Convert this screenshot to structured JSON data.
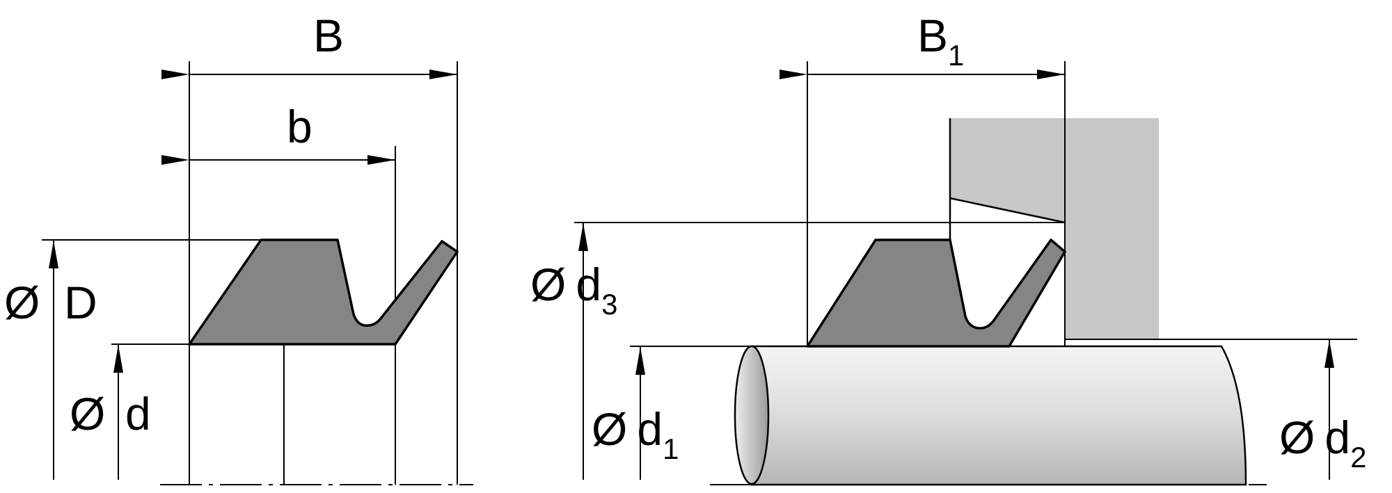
{
  "left_view": {
    "width_total_label": "B",
    "width_lip_label": "b",
    "outer_diameter": {
      "symbol": "Ø",
      "label": "D"
    },
    "inner_diameter": {
      "symbol": "Ø",
      "label": "d"
    }
  },
  "right_view": {
    "installed_width": {
      "label": "B",
      "sub": "1"
    },
    "d3": {
      "symbol": "Ø",
      "label": "d",
      "sub": "3"
    },
    "d1": {
      "symbol": "Ø",
      "label": "d",
      "sub": "1"
    },
    "d2": {
      "symbol": "Ø",
      "label": "d",
      "sub": "2"
    }
  },
  "colors": {
    "seal": "#858585",
    "housing": "#c6c7c6",
    "line": "#000000"
  }
}
